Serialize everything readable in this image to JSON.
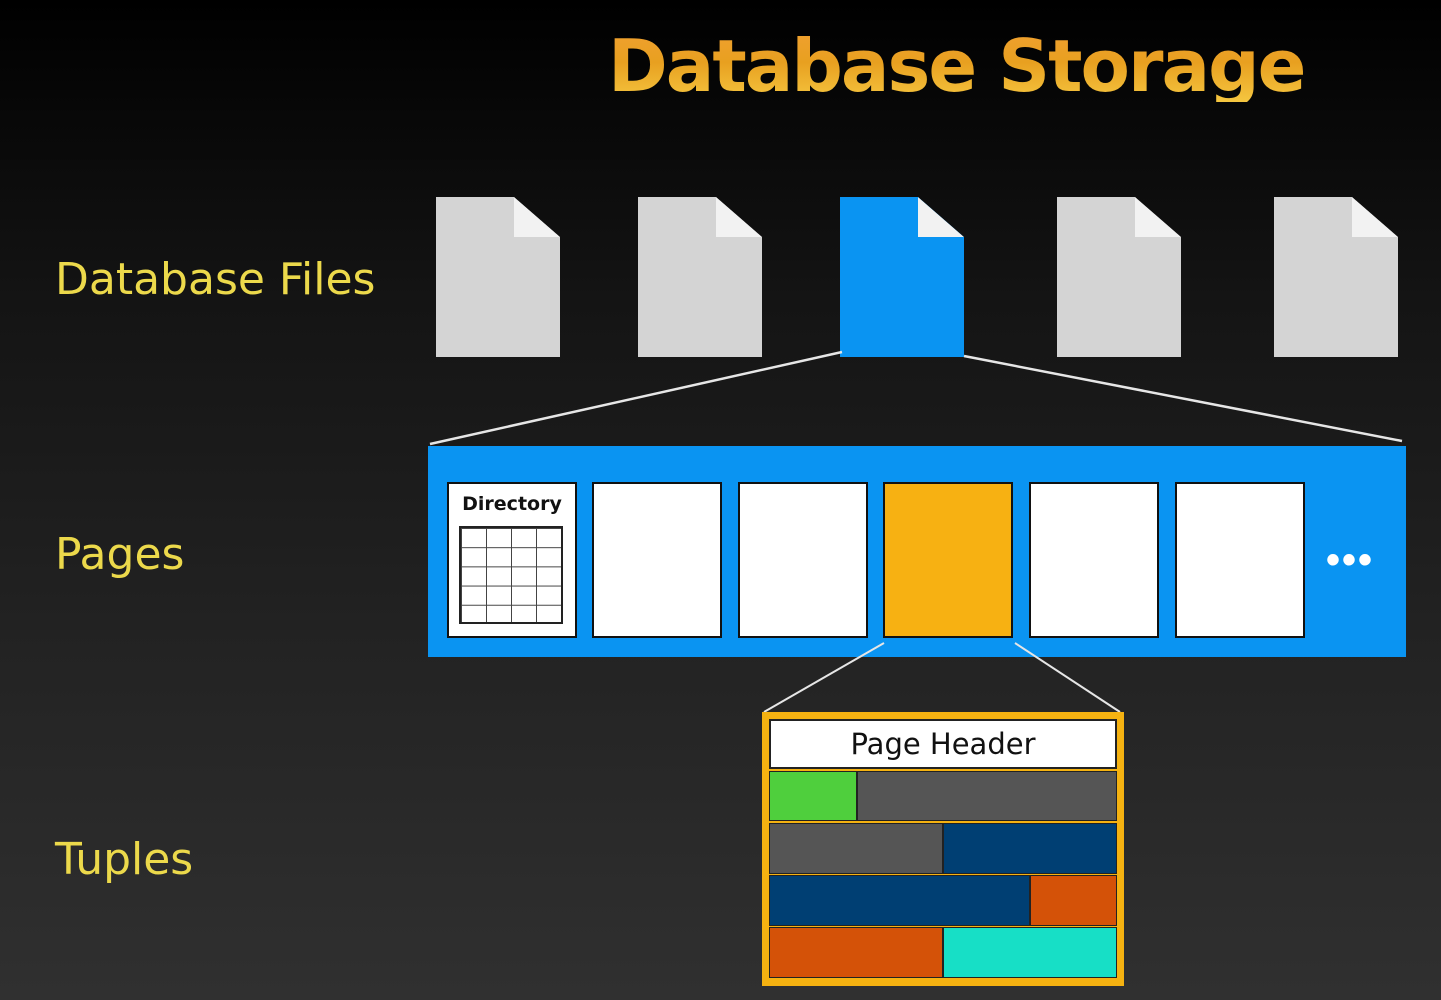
{
  "title": "Database Storage",
  "labels": {
    "database_files": "Database Files",
    "pages": "Pages",
    "tuples": "Tuples"
  },
  "files": [
    {
      "color": "#d4d4d4",
      "selected": false
    },
    {
      "color": "#d4d4d4",
      "selected": false
    },
    {
      "color": "#0a94f2",
      "selected": true
    },
    {
      "color": "#d4d4d4",
      "selected": false
    },
    {
      "color": "#d4d4d4",
      "selected": false
    }
  ],
  "pages": {
    "directory_label": "Directory",
    "highlight_color": "#f7b112",
    "ellipsis": "•••"
  },
  "page_header": "Page Header",
  "tuple_colors": {
    "green": "#4fcf3d",
    "gray": "#555555",
    "navy": "#003f73",
    "orange": "#d45208",
    "teal": "#17dfc6"
  },
  "colors": {
    "title": "#e8a020",
    "labels": "#ecd94b",
    "band": "#0a94f2",
    "tuple_frame": "#f5b211"
  }
}
